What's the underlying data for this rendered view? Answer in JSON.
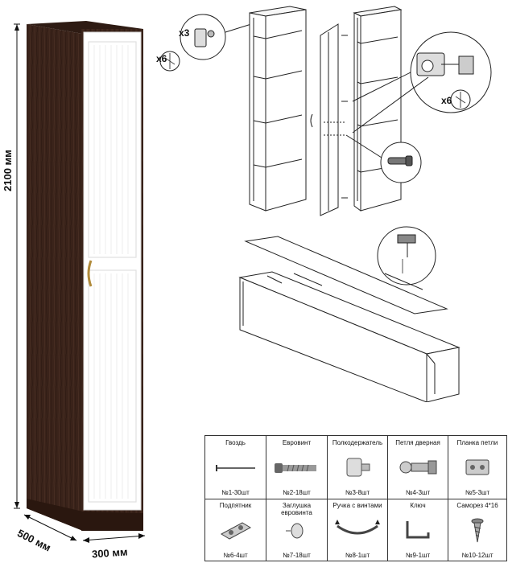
{
  "dimensions": {
    "height": "2100 мм",
    "depth": "500 мм",
    "width": "300 мм"
  },
  "assembly_labels": {
    "hinge_count": "x3",
    "screws_left": "x6",
    "screws_right": "x6"
  },
  "parts": [
    {
      "name": "Гвоздь",
      "qty": "№1-30шт",
      "icon": "nail-icon"
    },
    {
      "name": "Евровинт",
      "qty": "№2-18шт",
      "icon": "euroscrew-icon"
    },
    {
      "name": "Полкодержатель",
      "qty": "№3-8шт",
      "icon": "shelf-support-icon"
    },
    {
      "name": "Петля дверная",
      "qty": "№4-3шт",
      "icon": "door-hinge-icon"
    },
    {
      "name": "Планка петли",
      "qty": "№5-3шт",
      "icon": "hinge-plate-icon"
    },
    {
      "name": "Подпятник",
      "qty": "№6-4шт",
      "icon": "glide-foot-icon"
    },
    {
      "name": "Заглушка евровинта",
      "qty": "№7-18шт",
      "icon": "screw-cap-icon"
    },
    {
      "name": "Ручка с винтами",
      "qty": "№8-1шт",
      "icon": "handle-icon"
    },
    {
      "name": "Ключ",
      "qty": "№9-1шт",
      "icon": "hex-key-icon"
    },
    {
      "name": "Саморез 4*16",
      "qty": "№10-12шт",
      "icon": "wood-screw-icon"
    }
  ],
  "colors": {
    "wood": "#3a231a",
    "door": "#ffffff",
    "line": "#222222"
  }
}
